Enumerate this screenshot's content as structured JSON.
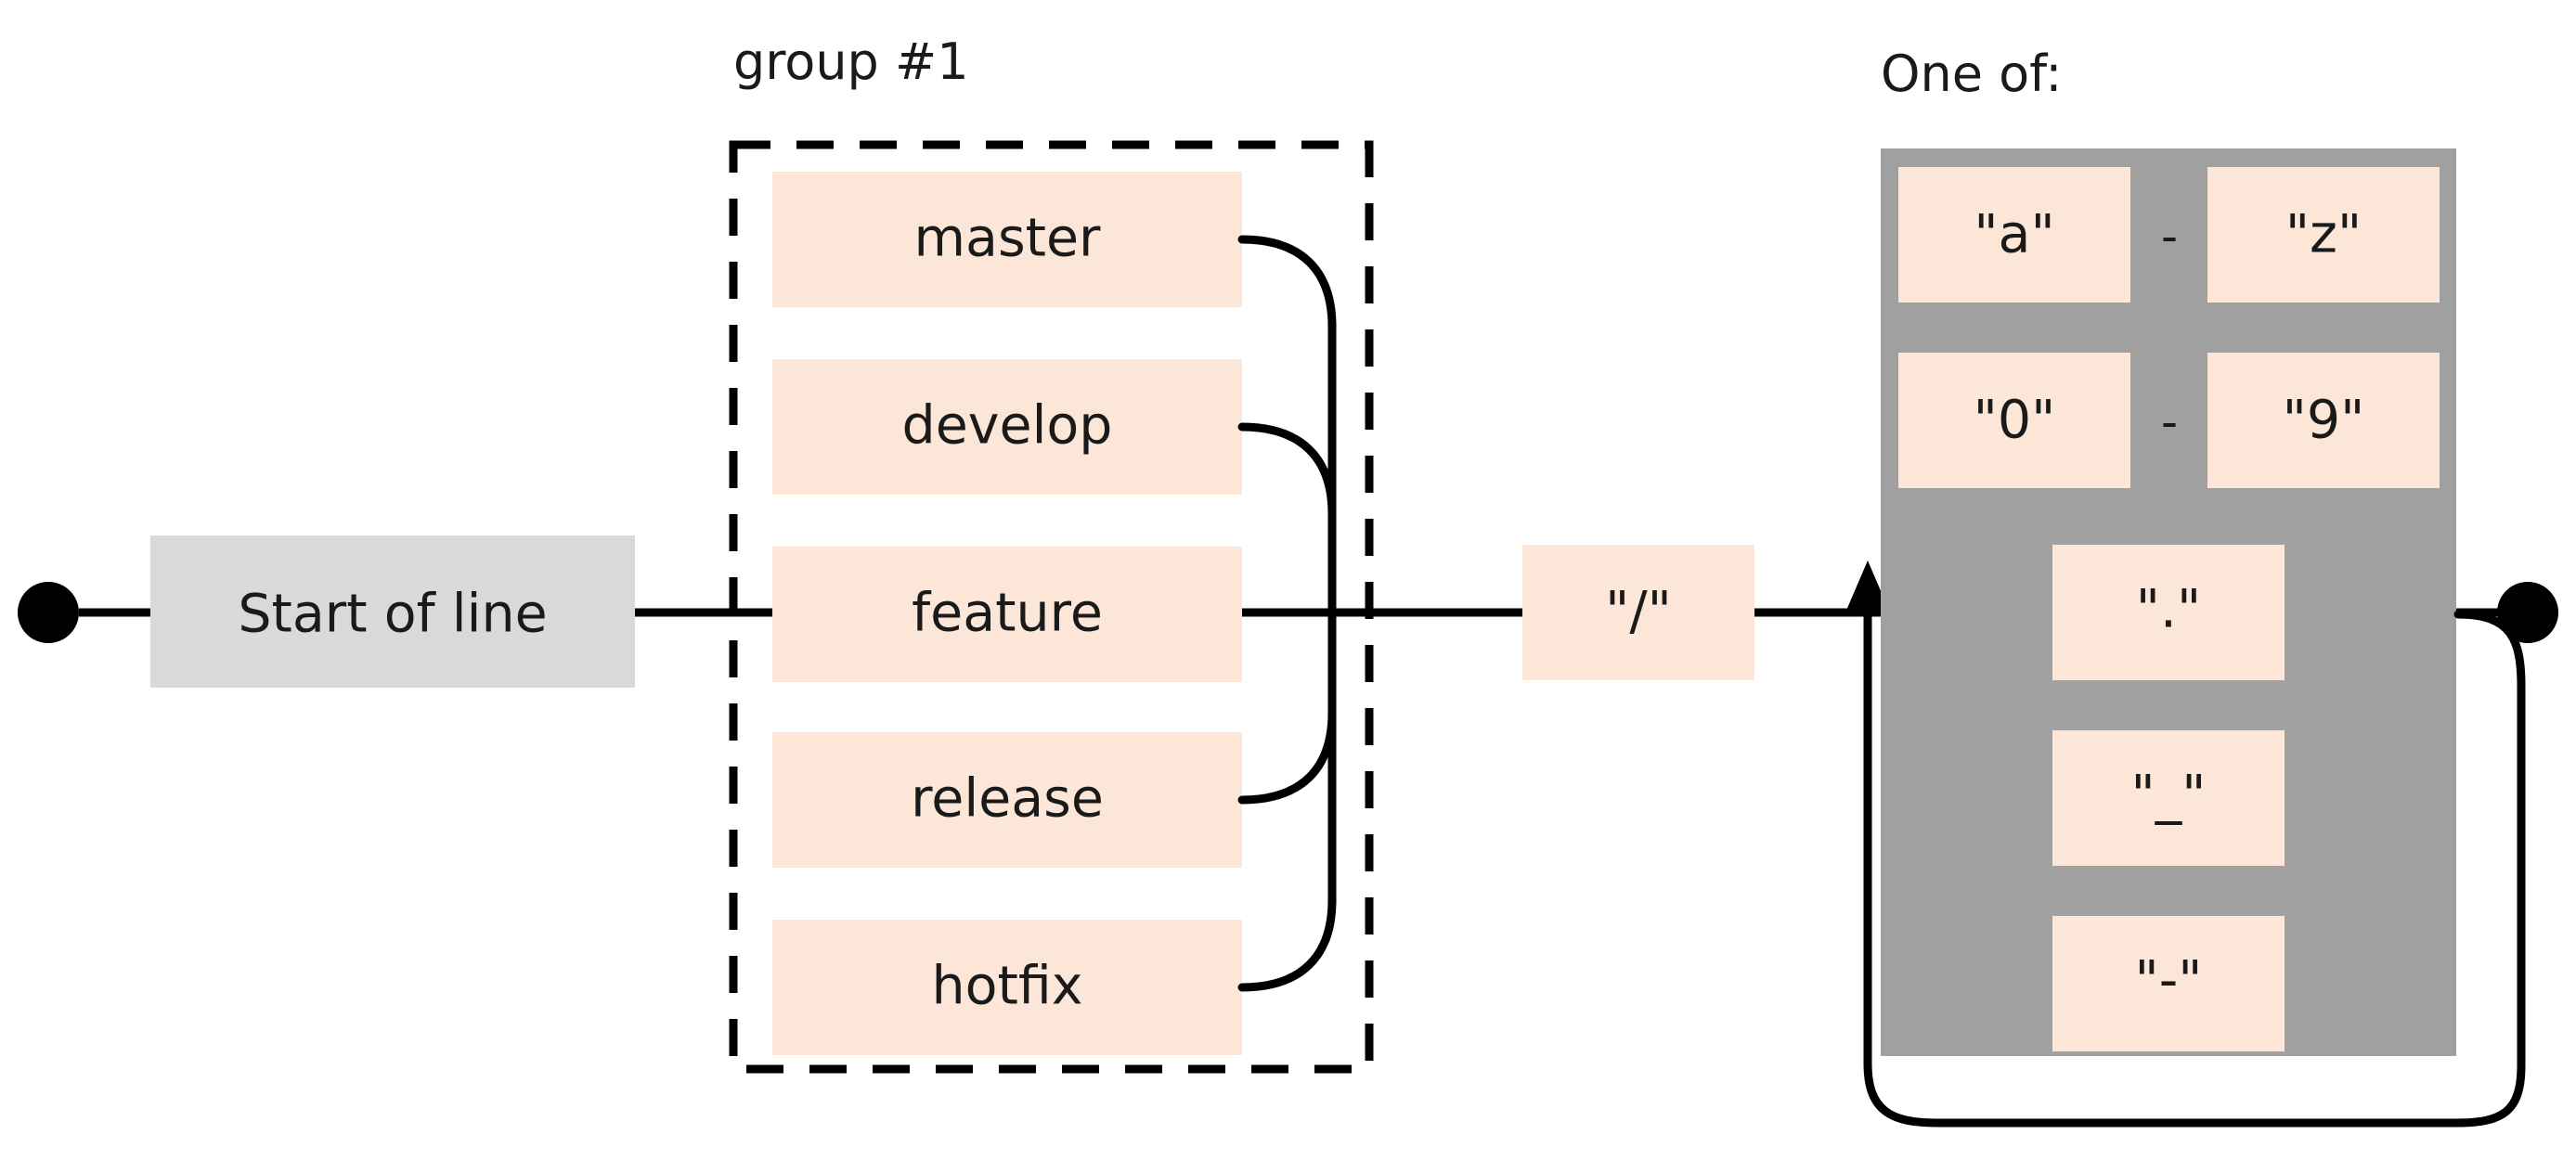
{
  "diagram": {
    "kind": "regex-railroad",
    "background": "#ffffff",
    "colors": {
      "literal_fill": "#FBE6D7",
      "anchor_fill": "#D9D9D9",
      "charclass_fill": "#A0A0A0",
      "wire": "#000000",
      "text": "#1a1a1a"
    },
    "start_node": {
      "name": "start-terminal"
    },
    "end_node": {
      "name": "end-terminal"
    },
    "anchor": {
      "label": "Start of line"
    },
    "group": {
      "caption": "group #1",
      "alternatives": [
        {
          "label": "master"
        },
        {
          "label": "develop"
        },
        {
          "label": "feature"
        },
        {
          "label": "release"
        },
        {
          "label": "hotfix"
        }
      ]
    },
    "separator": {
      "label": "\"/\""
    },
    "charclass": {
      "caption": "One of:",
      "ranges": [
        {
          "from": "\"a\"",
          "dash": "-",
          "to": "\"z\""
        },
        {
          "from": "\"0\"",
          "dash": "-",
          "to": "\"9\""
        }
      ],
      "singles": [
        {
          "label": "\".\""
        },
        {
          "label": "\"_\""
        },
        {
          "label": "\"-\""
        }
      ],
      "repeat": "loop-back"
    }
  }
}
